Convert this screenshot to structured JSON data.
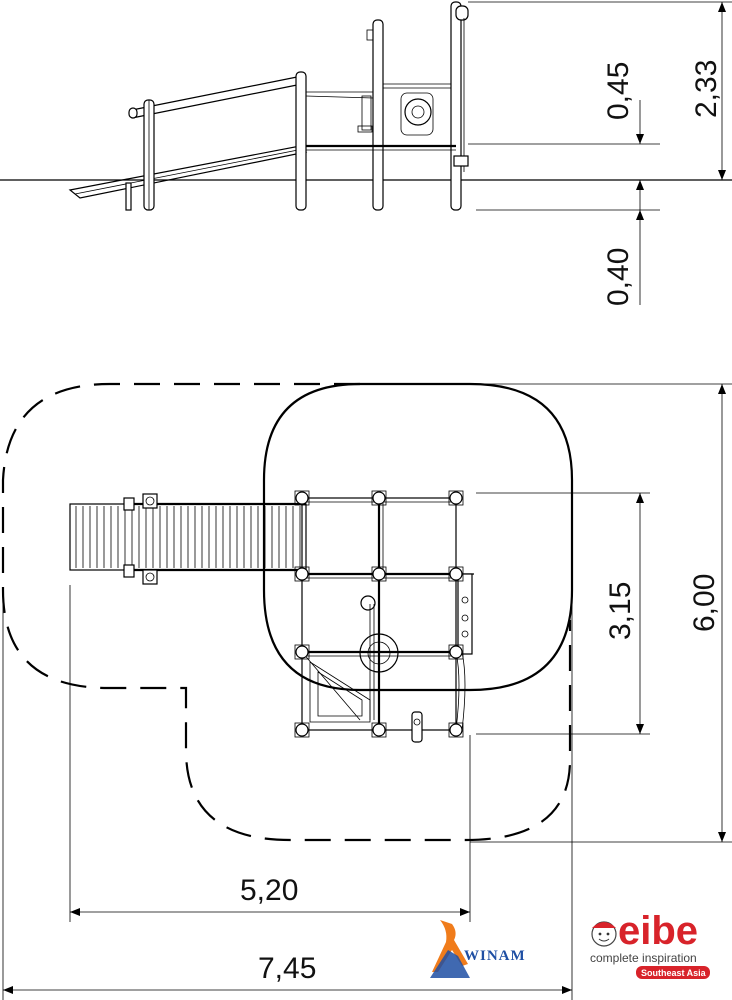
{
  "dimensions": {
    "side_view": {
      "deck_height": "0,45",
      "total_height": "2,33",
      "foundation_depth": "0,40"
    },
    "plan_view": {
      "structure_depth": "3,15",
      "safety_depth": "6,00",
      "structure_width": "5,20",
      "safety_width": "7,45"
    }
  },
  "logos": {
    "winam": {
      "text": "WINAM",
      "color": "#1f4fa3",
      "accent": "#f07c1b"
    },
    "eibe": {
      "text": "eibe",
      "tagline": "complete inspiration",
      "region": "Southeast Asia",
      "color": "#d8232a"
    }
  }
}
